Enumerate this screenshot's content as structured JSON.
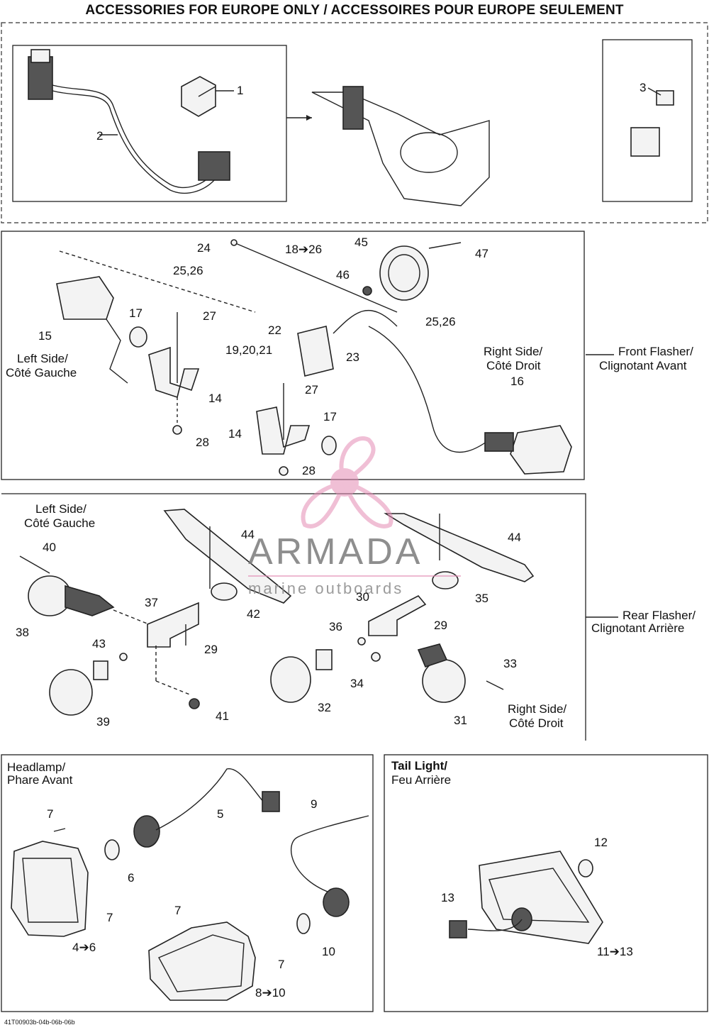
{
  "title": "ACCESSORIES FOR EUROPE ONLY / ACCESSOIRES POUR EUROPE SEULEMENT",
  "footer_code": "41T00903b-04b-06b-06b",
  "watermark": {
    "brand": "ARMADA",
    "sub": "marine outboards",
    "color": "#e8a0c0"
  },
  "section_labels": {
    "front_flasher": [
      "Front Flasher/",
      "Clignotant Avant"
    ],
    "rear_flasher": [
      "Rear Flasher/",
      "Clignotant Arrière"
    ],
    "front_left": [
      "Left Side/",
      "Côté Gauche"
    ],
    "front_right": [
      "Right Side/",
      "Côté Droit"
    ],
    "rear_left": [
      "Left Side/",
      "Côté Gauche"
    ],
    "rear_right": [
      "Right Side/",
      "Côté Droit"
    ],
    "headlamp": [
      "Headlamp/",
      "Phare Avant"
    ],
    "tail_light": [
      "Tail Light/",
      "Feu Arrière"
    ]
  },
  "callouts": {
    "s1": [
      "1",
      "2",
      "3"
    ],
    "s2": [
      "24",
      "18➔26",
      "45",
      "47",
      "25,26",
      "46",
      "17",
      "27",
      "22",
      "25,26",
      "15",
      "19,20,21",
      "23",
      "16",
      "14",
      "27",
      "17",
      "14",
      "28",
      "28"
    ],
    "s3": [
      "40",
      "44",
      "44",
      "37",
      "42",
      "30",
      "35",
      "38",
      "29",
      "36",
      "29",
      "43",
      "33",
      "34",
      "39",
      "41",
      "32",
      "31"
    ],
    "s4": [
      "7",
      "5",
      "9",
      "6",
      "7",
      "4➔6",
      "7",
      "7",
      "10",
      "8➔10"
    ],
    "s5": [
      "12",
      "13",
      "11➔13"
    ]
  }
}
